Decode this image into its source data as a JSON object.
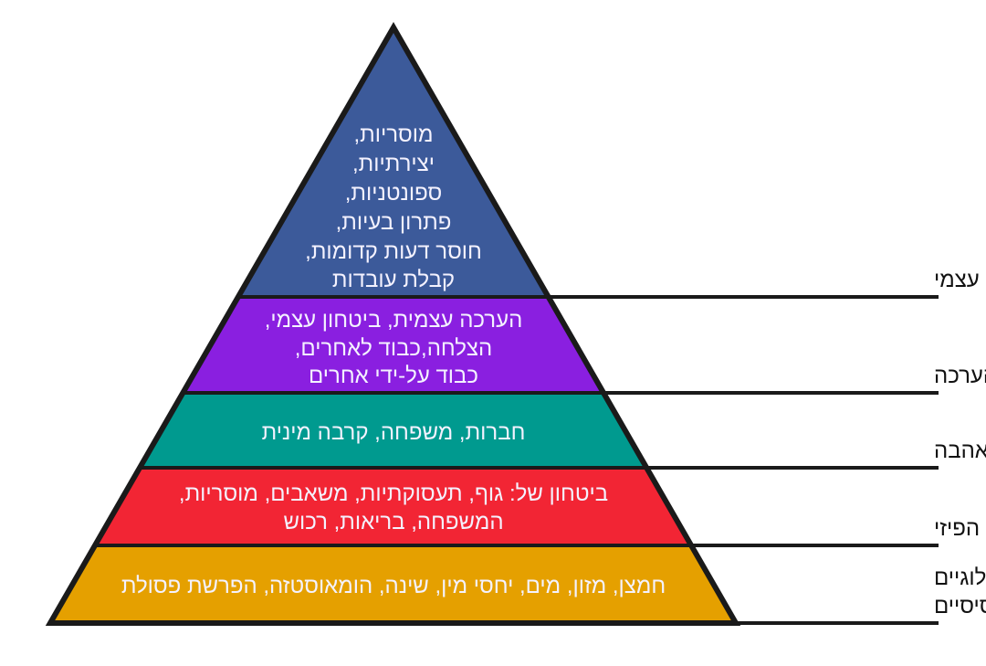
{
  "levels": [
    {
      "name": "מימוש עצמי",
      "color": "#3c5a9a",
      "items": [
        "מוסריות,",
        "יצירתיות,",
        "ספונטניות,",
        "פתרון בעיות,",
        "חוסר דעות קדומות,",
        "קבלת עובדות"
      ]
    },
    {
      "name": "כבוד והערכה",
      "color": "#8a1fe0",
      "items": [
        "הערכה עצמית, ביטחון עצמי,",
        "הצלחה,כבוד לאחרים,",
        "כבוד על-ידי אחרים"
      ]
    },
    {
      "name": "שייכות, זהות ואהבה",
      "color": "#009a8f",
      "items": [
        "חברות, משפחה, קרבה מינית"
      ]
    },
    {
      "name": "ביטחון בקיום הפיזי",
      "color": "#f22534",
      "items": [
        "ביטחון של: גוף, תעסוקתיות, משאבים, מוסריות,",
        "המשפחה, בריאות, רכוש"
      ]
    },
    {
      "name_lines": [
        "צרכים פיזיולוגיים",
        "בסיסיים"
      ],
      "color": "#e5a000",
      "items": [
        "חמצן, מזון, מים, יחסי מין, שינה, הומאוסטזה, הפרשת פסולת"
      ]
    }
  ]
}
